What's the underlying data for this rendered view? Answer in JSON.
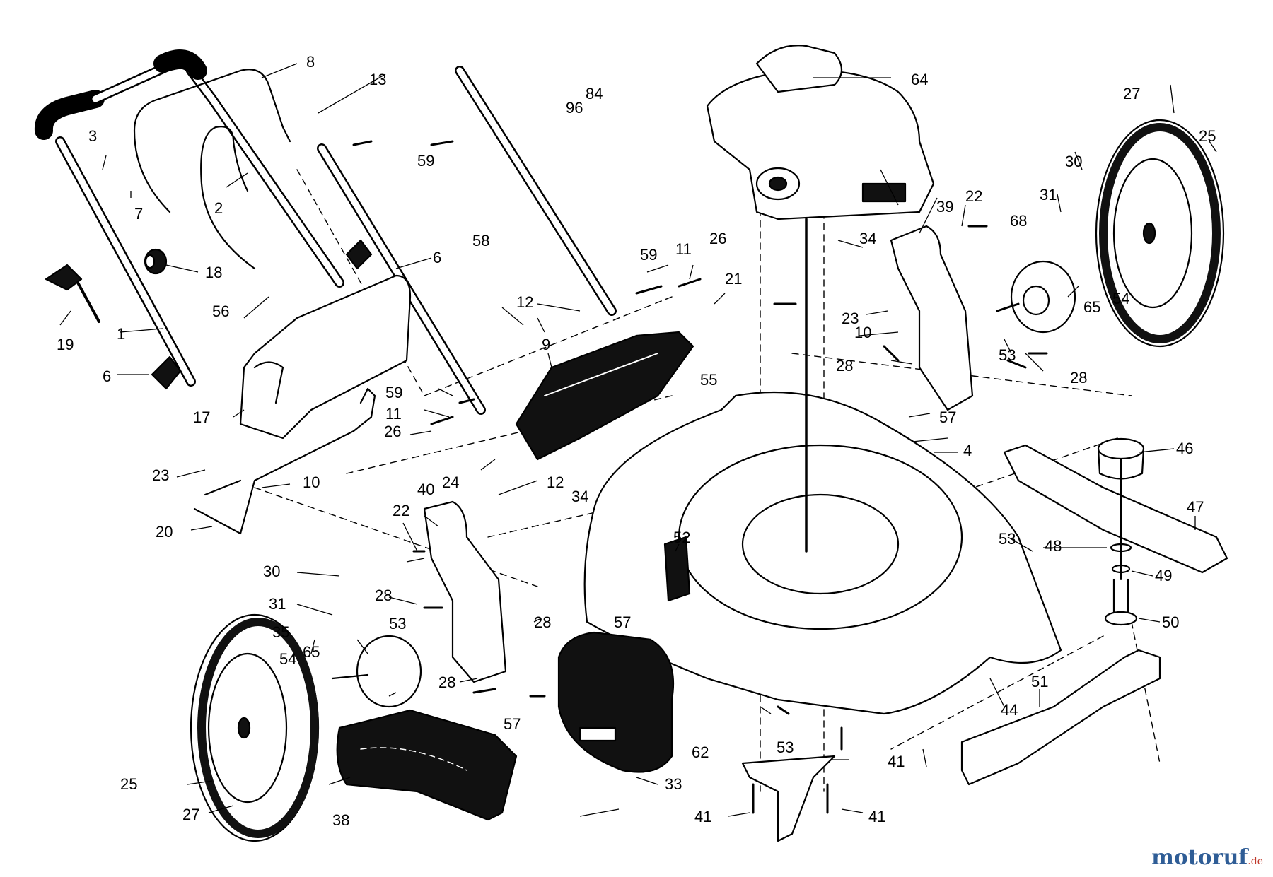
{
  "diagram": {
    "callouts": [
      {
        "id": "1",
        "label": "1"
      },
      {
        "id": "2",
        "label": "2"
      },
      {
        "id": "3",
        "label": "3"
      },
      {
        "id": "4",
        "label": "4"
      },
      {
        "id": "6a",
        "label": "6"
      },
      {
        "id": "6b",
        "label": "6"
      },
      {
        "id": "7",
        "label": "7"
      },
      {
        "id": "8",
        "label": "8"
      },
      {
        "id": "9",
        "label": "9"
      },
      {
        "id": "10a",
        "label": "10"
      },
      {
        "id": "10b",
        "label": "10"
      },
      {
        "id": "11a",
        "label": "11"
      },
      {
        "id": "11b",
        "label": "11"
      },
      {
        "id": "12a",
        "label": "12"
      },
      {
        "id": "12b",
        "label": "12"
      },
      {
        "id": "13",
        "label": "13"
      },
      {
        "id": "17",
        "label": "17"
      },
      {
        "id": "18",
        "label": "18"
      },
      {
        "id": "19",
        "label": "19"
      },
      {
        "id": "20",
        "label": "20"
      },
      {
        "id": "21",
        "label": "21"
      },
      {
        "id": "22a",
        "label": "22"
      },
      {
        "id": "22b",
        "label": "22"
      },
      {
        "id": "23a",
        "label": "23"
      },
      {
        "id": "23b",
        "label": "23"
      },
      {
        "id": "24",
        "label": "24"
      },
      {
        "id": "25a",
        "label": "25"
      },
      {
        "id": "25b",
        "label": "25"
      },
      {
        "id": "26a",
        "label": "26"
      },
      {
        "id": "26b",
        "label": "26"
      },
      {
        "id": "27a",
        "label": "27"
      },
      {
        "id": "27b",
        "label": "27"
      },
      {
        "id": "28a",
        "label": "28"
      },
      {
        "id": "28b",
        "label": "28"
      },
      {
        "id": "28c",
        "label": "28"
      },
      {
        "id": "28d",
        "label": "28"
      },
      {
        "id": "28e",
        "label": "28"
      },
      {
        "id": "30a",
        "label": "30"
      },
      {
        "id": "30b",
        "label": "30"
      },
      {
        "id": "31a",
        "label": "31"
      },
      {
        "id": "31b",
        "label": "31"
      },
      {
        "id": "33",
        "label": "33"
      },
      {
        "id": "34a",
        "label": "34"
      },
      {
        "id": "34b",
        "label": "34"
      },
      {
        "id": "35",
        "label": "35"
      },
      {
        "id": "38",
        "label": "38"
      },
      {
        "id": "39",
        "label": "39"
      },
      {
        "id": "40",
        "label": "40"
      },
      {
        "id": "41a",
        "label": "41"
      },
      {
        "id": "41b",
        "label": "41"
      },
      {
        "id": "41c",
        "label": "41"
      },
      {
        "id": "44",
        "label": "44"
      },
      {
        "id": "46",
        "label": "46"
      },
      {
        "id": "47",
        "label": "47"
      },
      {
        "id": "48",
        "label": "48"
      },
      {
        "id": "49",
        "label": "49"
      },
      {
        "id": "50",
        "label": "50"
      },
      {
        "id": "51",
        "label": "51"
      },
      {
        "id": "52",
        "label": "52"
      },
      {
        "id": "53a",
        "label": "53"
      },
      {
        "id": "53b",
        "label": "53"
      },
      {
        "id": "53c",
        "label": "53"
      },
      {
        "id": "53d",
        "label": "53"
      },
      {
        "id": "54a",
        "label": "54"
      },
      {
        "id": "54b",
        "label": "54"
      },
      {
        "id": "55",
        "label": "55"
      },
      {
        "id": "56",
        "label": "56"
      },
      {
        "id": "57a",
        "label": "57"
      },
      {
        "id": "57b",
        "label": "57"
      },
      {
        "id": "57c",
        "label": "57"
      },
      {
        "id": "58",
        "label": "58"
      },
      {
        "id": "59a",
        "label": "59"
      },
      {
        "id": "59b",
        "label": "59"
      },
      {
        "id": "59c",
        "label": "59"
      },
      {
        "id": "62",
        "label": "62"
      },
      {
        "id": "64",
        "label": "64"
      },
      {
        "id": "65a",
        "label": "65"
      },
      {
        "id": "65b",
        "label": "65"
      },
      {
        "id": "68",
        "label": "68"
      },
      {
        "id": "84",
        "label": "84"
      },
      {
        "id": "96",
        "label": "96"
      }
    ]
  },
  "watermark": {
    "brand": "motoruf",
    "tld": ".de"
  },
  "colors": {
    "line": "#000000",
    "fill": "#ffffff",
    "part_dark": "#111111"
  }
}
